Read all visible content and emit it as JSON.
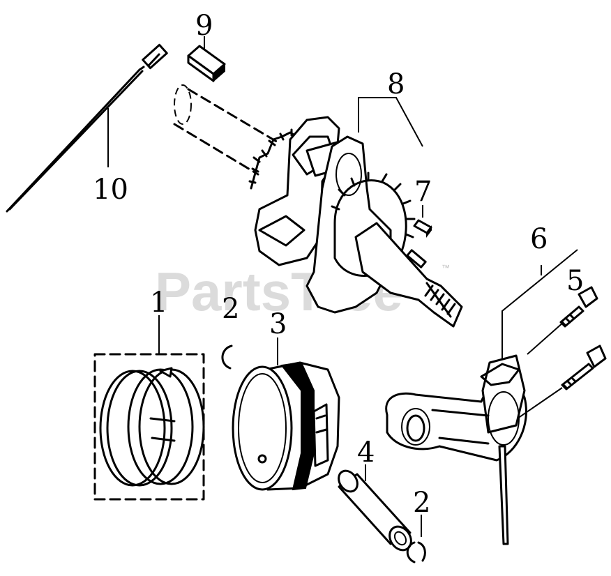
{
  "watermark": {
    "text": "PartsTree",
    "trademark": "™"
  },
  "labels": {
    "ring_set": "1",
    "clip_upper": "2",
    "piston": "3",
    "piston_pin": "4",
    "rod_bolt": "5",
    "connecting_rod": "6",
    "key_small": "7",
    "crankshaft": "8",
    "key_large": "9",
    "dipper": "10",
    "clip_lower": "2"
  }
}
